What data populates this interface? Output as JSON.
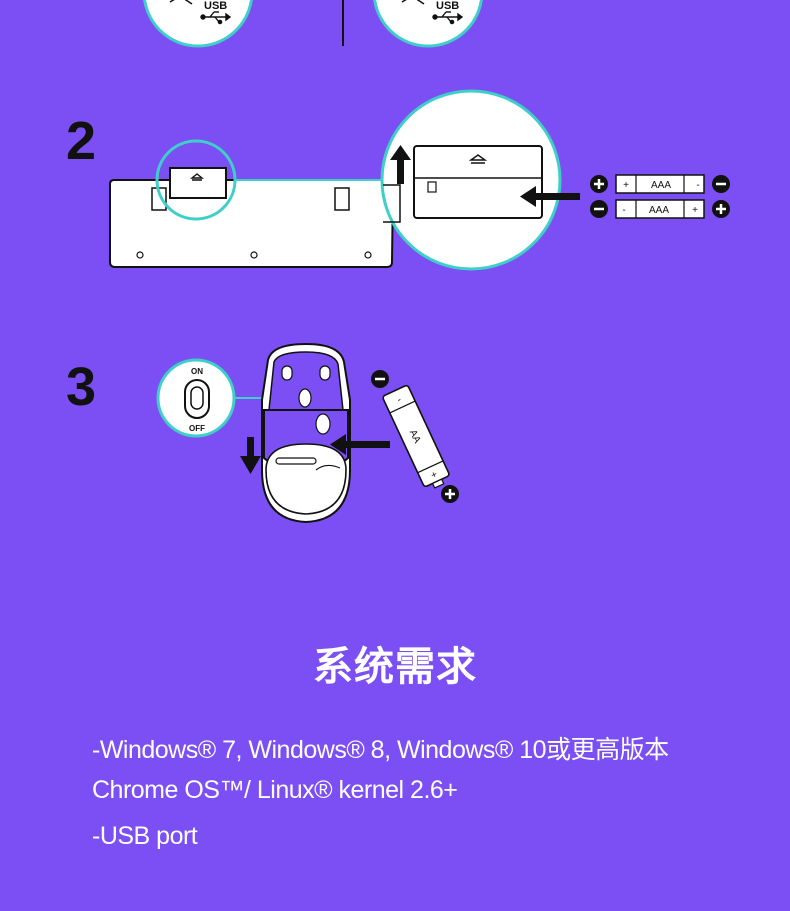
{
  "steps": {
    "step2": "2",
    "step3": "3"
  },
  "usb_labels": {
    "left": "USB",
    "right": "USB"
  },
  "batteries": {
    "aaa_top": "AAA",
    "aaa_bottom": "AAA",
    "aa": "AA",
    "plus": "+",
    "minus": "-"
  },
  "switch": {
    "on": "ON",
    "off": "OFF"
  },
  "requirements": {
    "title": "系统需求",
    "line1": "-Windows® 7, Windows® 8, Windows® 10或更高版本",
    "line2": "Chrome OS™/ Linux® kernel 2.6+",
    "line3": "-USB port"
  },
  "colors": {
    "background": "#7b4ff4",
    "accent_teal": "#3ed0c8",
    "ink": "#111111"
  }
}
